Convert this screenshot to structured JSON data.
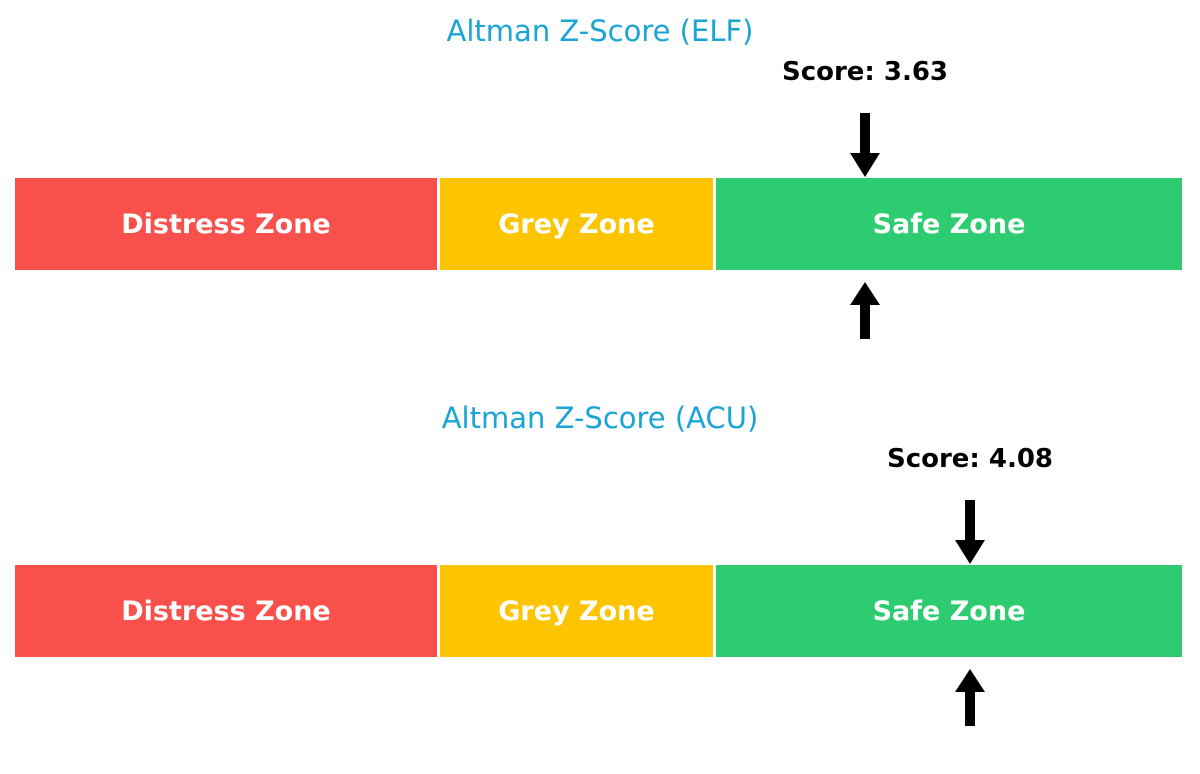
{
  "chart_data": [
    {
      "type": "bar",
      "title": "Altman Z-Score (ELF)",
      "orientation": "horizontal-stacked",
      "score_label": "Score: 3.63",
      "score_value": 3.63,
      "categories": [
        "Distress Zone",
        "Grey Zone",
        "Safe Zone"
      ],
      "values": [
        1.8,
        1.0,
        1.73
      ],
      "colors": [
        "#f9504c",
        "#fdc500",
        "#2ecc71"
      ],
      "title_color": "#1ba4d6",
      "marker_color": "#000000",
      "xlabel": "",
      "ylabel": "",
      "legend": "none",
      "grid": false,
      "annotations": [
        {
          "name": "top-marker-arrow",
          "direction": "down",
          "value": 3.63
        },
        {
          "name": "bottom-marker-arrow",
          "direction": "up",
          "value": 3.63
        }
      ]
    },
    {
      "type": "bar",
      "title": "Altman Z-Score (ACU)",
      "orientation": "horizontal-stacked",
      "score_label": "Score: 4.08",
      "score_value": 4.08,
      "categories": [
        "Distress Zone",
        "Grey Zone",
        "Safe Zone"
      ],
      "values": [
        1.8,
        1.0,
        1.73
      ],
      "colors": [
        "#f9504c",
        "#fdc500",
        "#2ecc71"
      ],
      "title_color": "#1ba4d6",
      "marker_color": "#000000",
      "xlabel": "",
      "ylabel": "",
      "legend": "none",
      "grid": false,
      "annotations": [
        {
          "name": "top-marker-arrow",
          "direction": "down",
          "value": 4.08
        },
        {
          "name": "bottom-marker-arrow",
          "direction": "up",
          "value": 4.08
        }
      ]
    }
  ],
  "charts": [
    {
      "title": "Altman Z-Score (ELF)",
      "score_label": "Score: 3.63",
      "zones": [
        {
          "label": "Distress Zone"
        },
        {
          "label": "Grey Zone"
        },
        {
          "label": "Safe Zone"
        }
      ]
    },
    {
      "title": "Altman Z-Score (ACU)",
      "score_label": "Score: 4.08",
      "zones": [
        {
          "label": "Distress Zone"
        },
        {
          "label": "Grey Zone"
        },
        {
          "label": "Safe Zone"
        }
      ]
    }
  ]
}
